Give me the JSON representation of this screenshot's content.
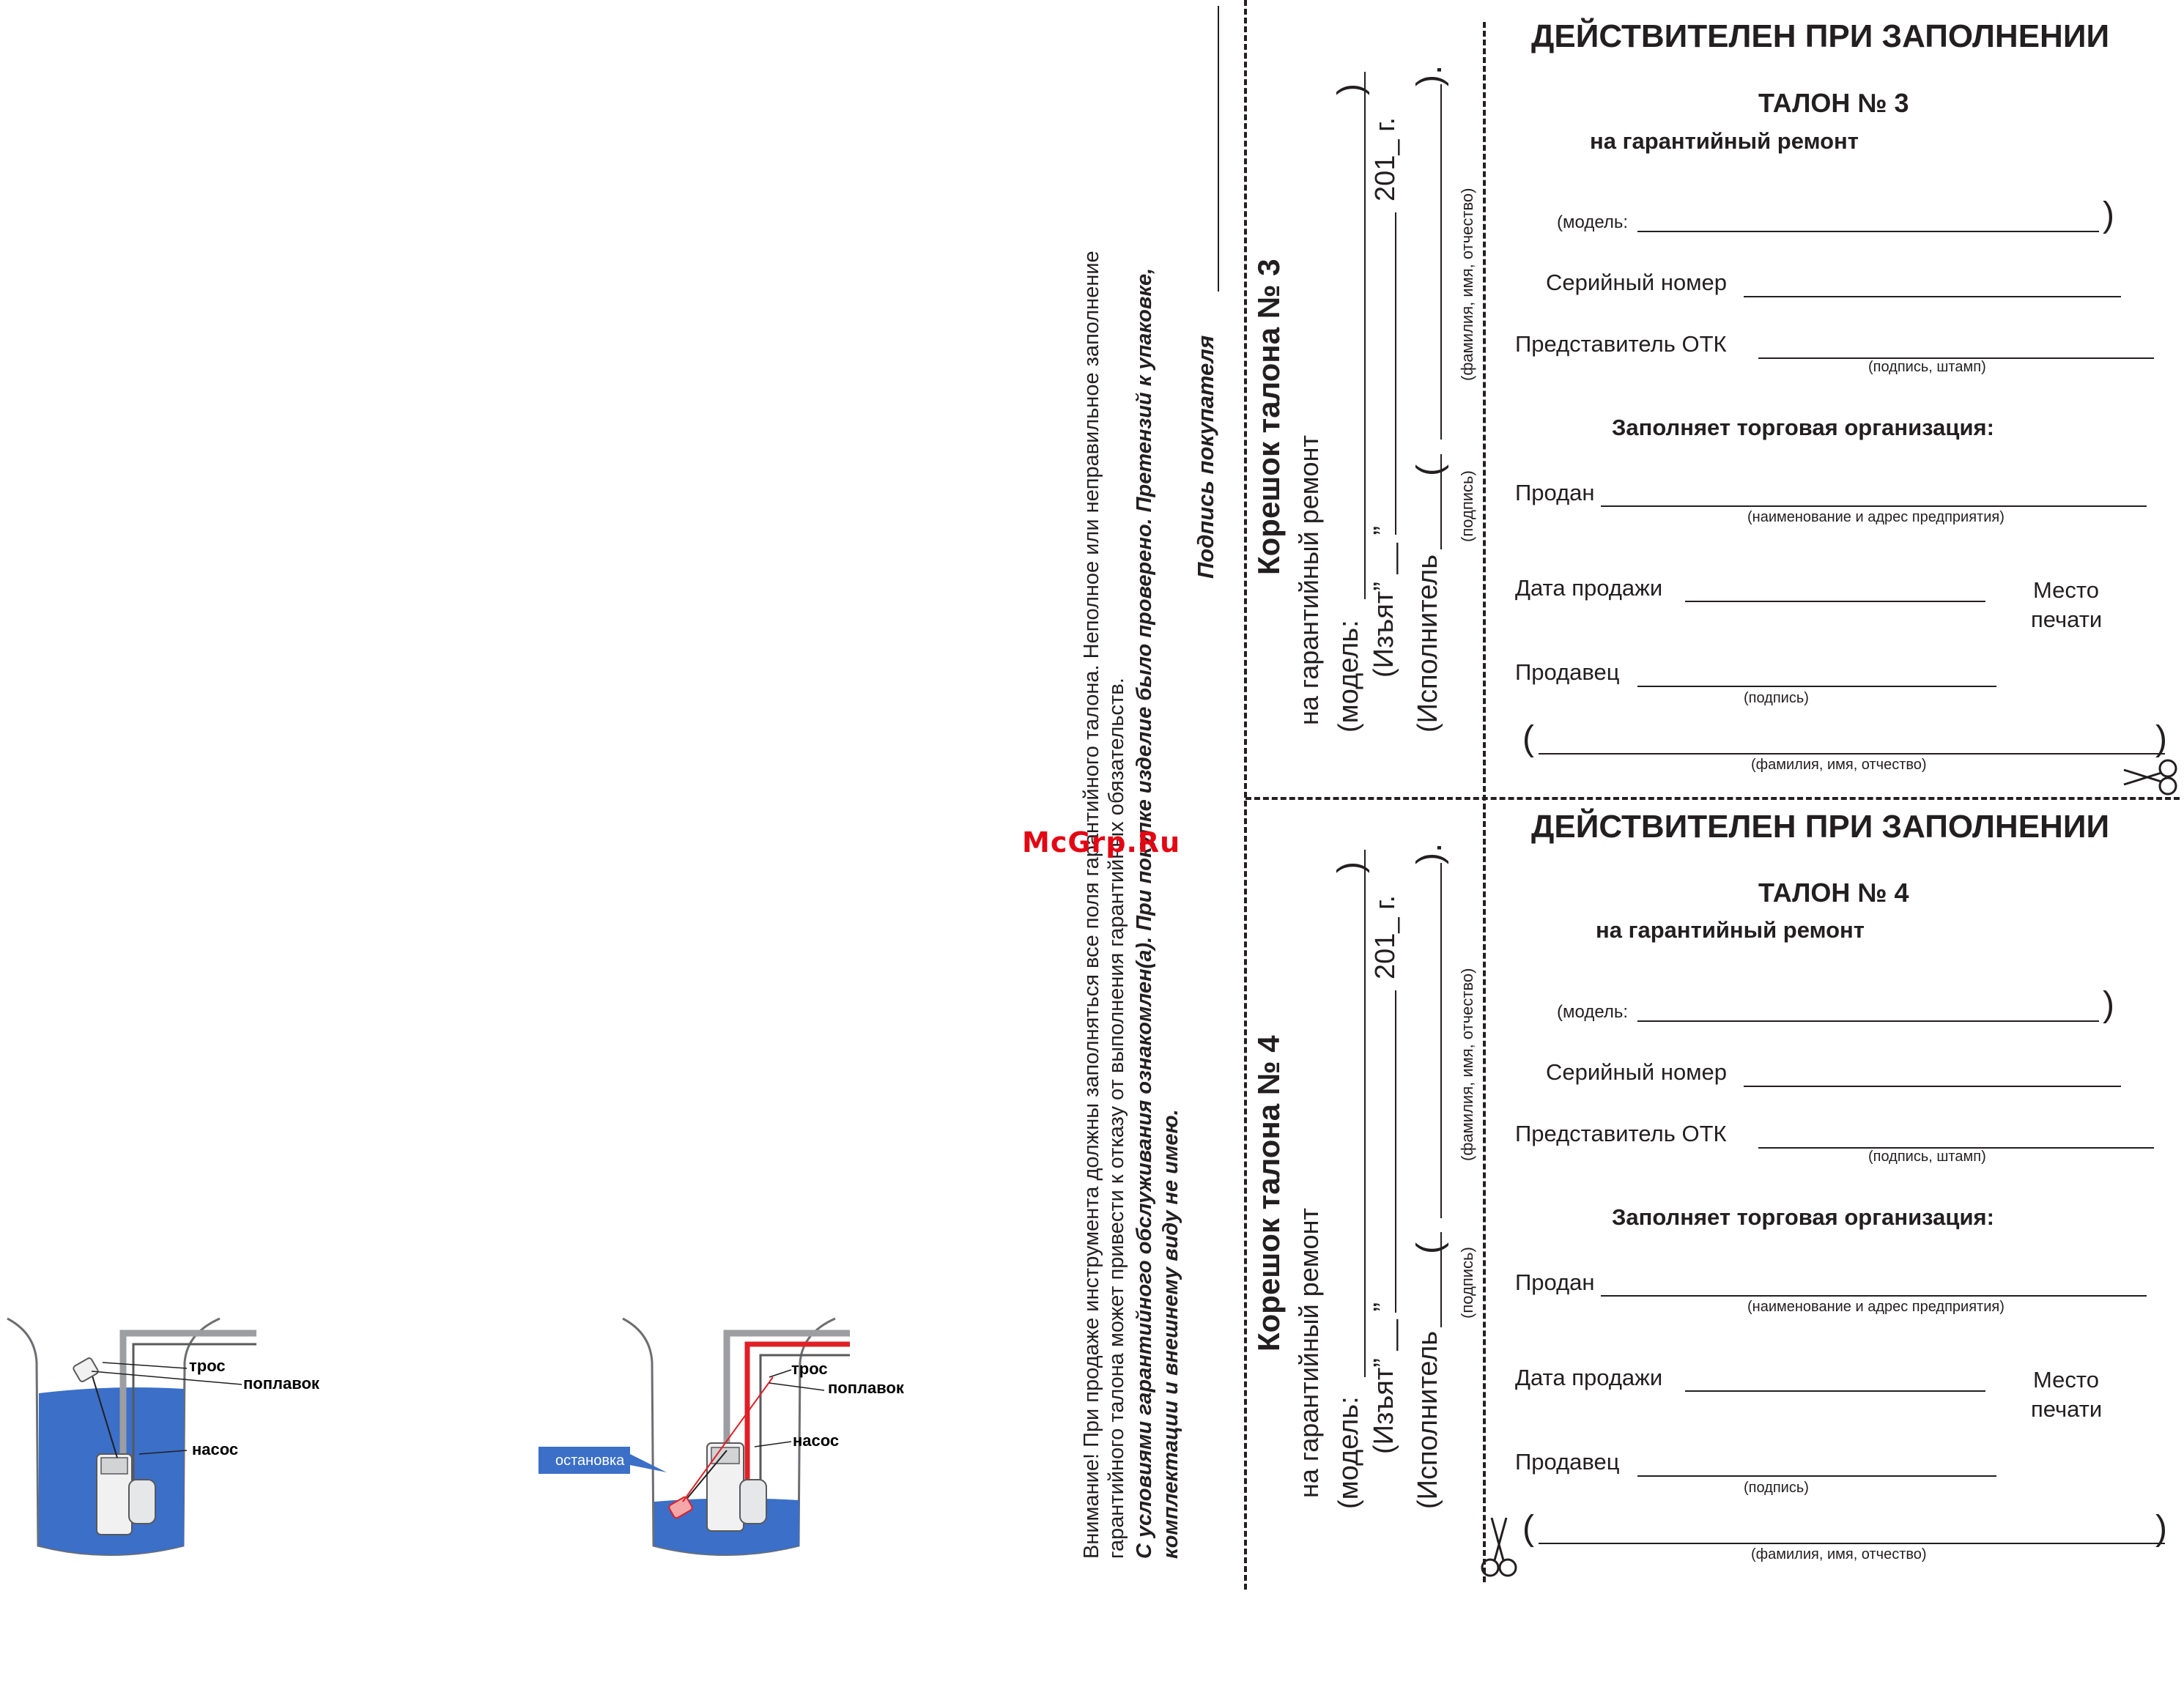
{
  "notice": {
    "line1": "Внимание! При продаже инструмента должны заполняться все поля гарантийного талона. Неполное или неправильное заполнение",
    "line2": "гарантийного талона может привести к отказу от выполнения гарантийных обязательств.",
    "line3": "С условиями гарантийного обслуживания ознакомлен(а). При покупке изделие было проверено. Претензий к   упаковке,",
    "line4": "комплектации и внешнему виду не имею.",
    "signature": "Подпись покупателя"
  },
  "watermark": "McGrp.Ru",
  "diagrams": {
    "left": {
      "rope": "трос",
      "float": "поплавок",
      "pump": "насос"
    },
    "right": {
      "rope": "трос",
      "float": "поплавок",
      "pump": "насос",
      "stop": "остановка"
    }
  },
  "stubs": [
    {
      "title": "Корешок талона № 3",
      "subtitle": "на гарантийный ремонт",
      "model": "(модель:",
      "seized": "(Изъят” __ ”",
      "year": "201_ г.",
      "executor": "(Исполнитель",
      "sign_hint": "(подпись)",
      "name_hint": "(фамилия, имя, отчество)"
    },
    {
      "title": "Корешок талона № 4",
      "subtitle": "на гарантийный ремонт",
      "model": "(модель:",
      "seized": "(Изъят” __ ”",
      "year": "201_ г.",
      "executor": "(Исполнитель",
      "sign_hint": "(подпись)",
      "name_hint": "(фамилия, имя, отчество)"
    }
  ],
  "coupons": [
    {
      "header": "ДЕЙСТВИТЕЛЕН ПРИ ЗАПОЛНЕНИИ",
      "title": "ТАЛОН № 3",
      "subtitle": "на гарантийный ремонт",
      "model": "(модель:",
      "serial": "Серийный номер",
      "otk": "Представитель ОТК",
      "otk_hint": "(подпись, штамп)",
      "trade": "Заполняет торговая организация:",
      "sold": "Продан",
      "sold_hint": "(наименование и адрес предприятия)",
      "sale_date": "Дата продажи",
      "stamp1": "Место",
      "stamp2": "печати",
      "seller": "Продавец",
      "seller_hint": "(подпись)",
      "name_hint": "(фамилия, имя, отчество)"
    },
    {
      "header": "ДЕЙСТВИТЕЛЕН ПРИ ЗАПОЛНЕНИИ",
      "title": "ТАЛОН № 4",
      "subtitle": "на гарантийный ремонт",
      "model": "(модель:",
      "serial": "Серийный номер",
      "otk": "Представитель ОТК",
      "otk_hint": "(подпись, штамп)",
      "trade": "Заполняет торговая организация:",
      "sold": "Продан",
      "sold_hint": "(наименование и адрес предприятия)",
      "sale_date": "Дата продажи",
      "stamp1": "Место",
      "stamp2": "печати",
      "seller": "Продавец",
      "seller_hint": "(подпись)",
      "name_hint": "(фамилия, имя, отчество)"
    }
  ]
}
